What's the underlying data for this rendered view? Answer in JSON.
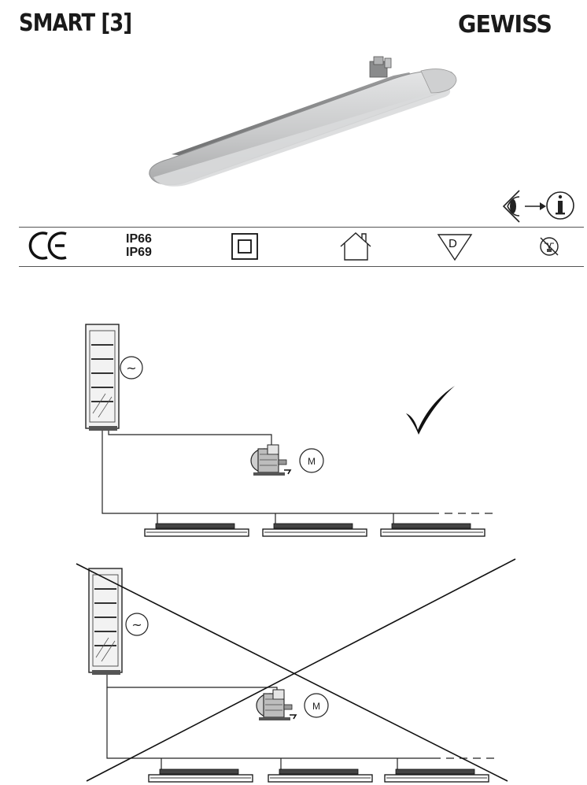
{
  "header": {
    "title": "SMART [3]",
    "brand": "GEWISS"
  },
  "symbols": {
    "ce": "CE",
    "ip_ratings": [
      "IP66",
      "IP69"
    ],
    "class2": "class-ii-double-square-icon",
    "indoor": "house-icon",
    "d_mark": "D",
    "no_lamp": "no-lamp-replacement-icon",
    "read_info": "eye-arrow-info-icon"
  },
  "diagrams": {
    "correct": {
      "ac_symbol": "~",
      "motor_label": "M",
      "verdict": "check-mark-icon"
    },
    "wrong": {
      "ac_symbol": "~",
      "motor_label": "M",
      "verdict": "cross-out-lines"
    }
  }
}
